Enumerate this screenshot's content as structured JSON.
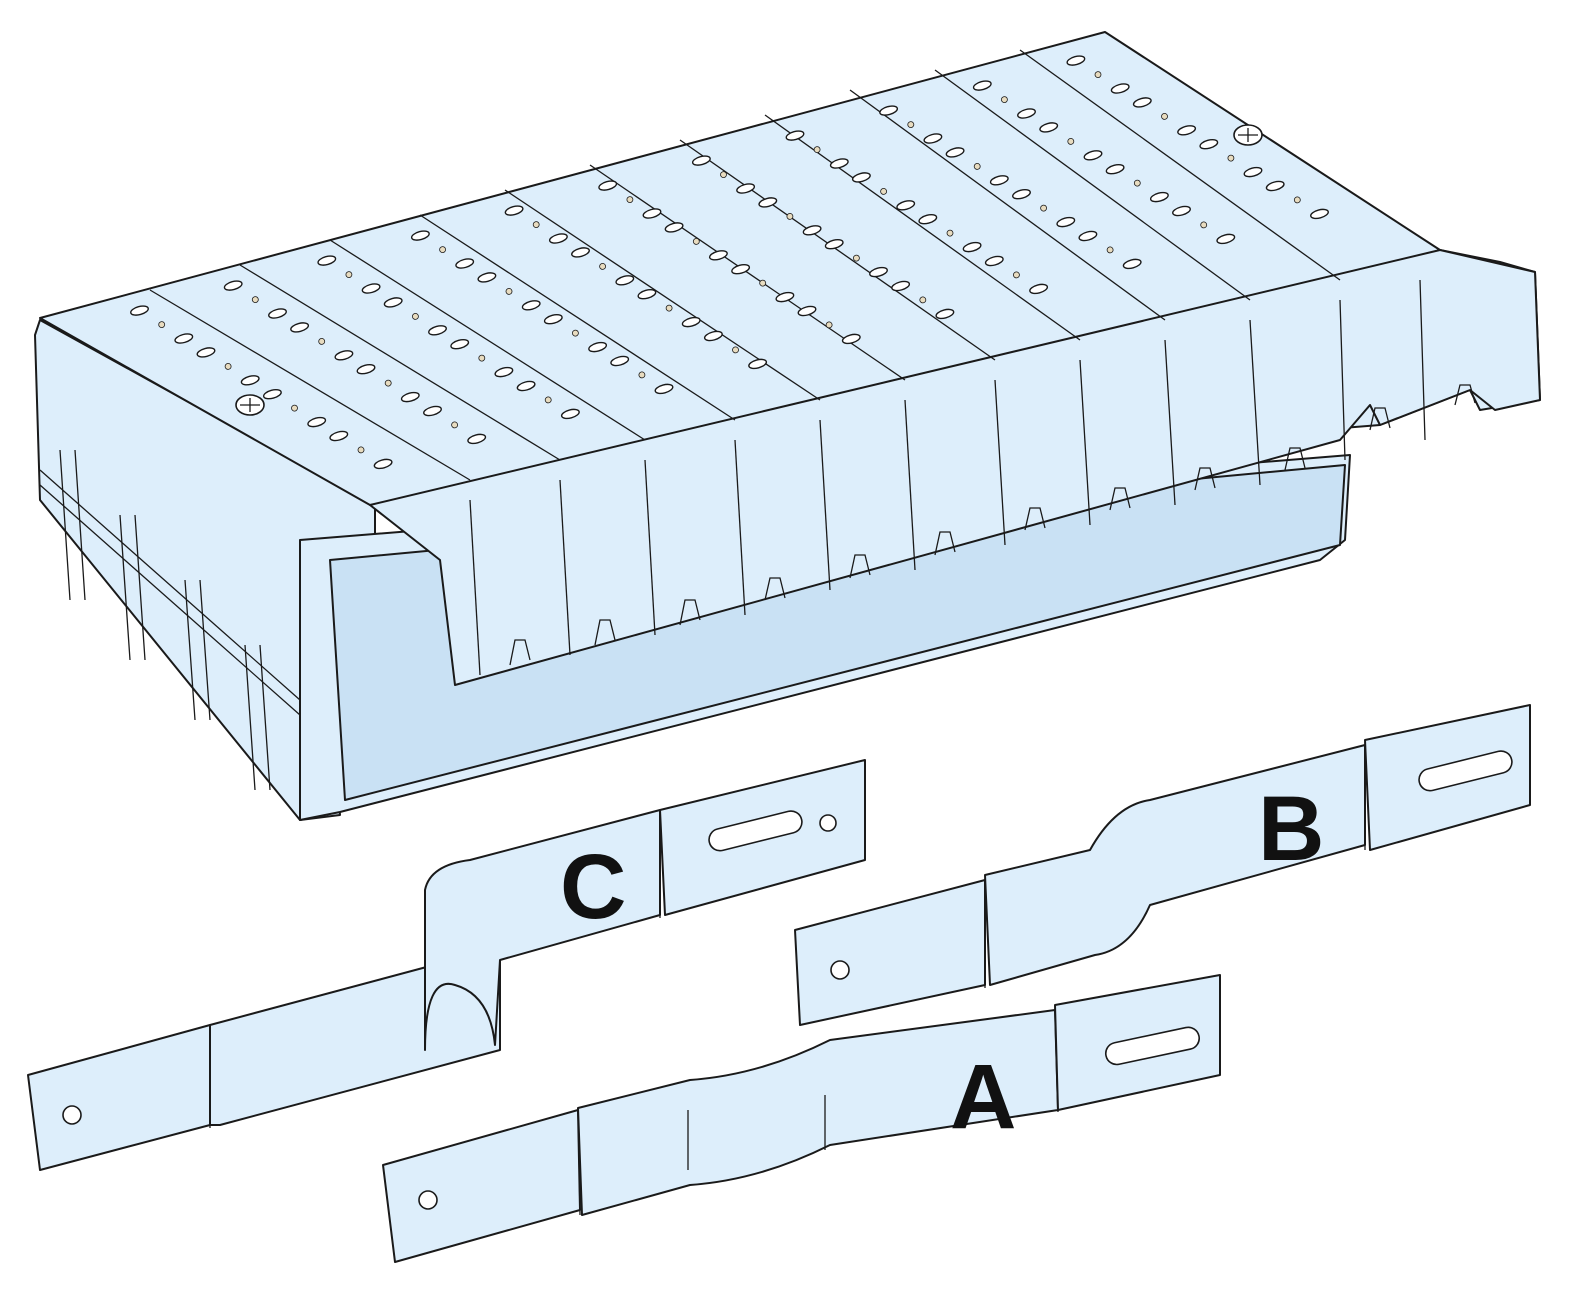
{
  "labels": {
    "bar_a": "A",
    "bar_b": "B",
    "bar_c": "C"
  },
  "colors": {
    "part_fill": "#ddeefb",
    "part_shade": "#c9e1f4",
    "outline": "#1a1a1a",
    "letter": "#111111"
  }
}
